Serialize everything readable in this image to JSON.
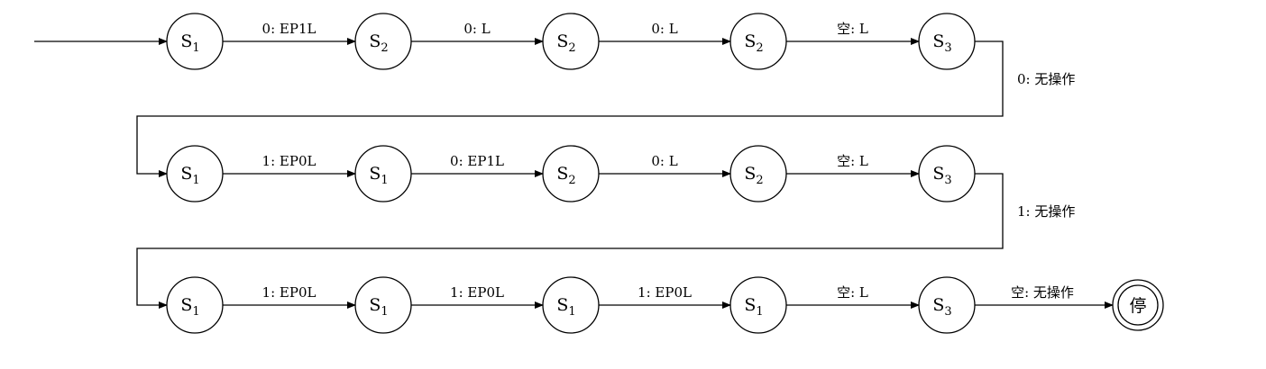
{
  "rows": [
    {
      "states": [
        {
          "name": "S",
          "sub": "1"
        },
        {
          "name": "S",
          "sub": "2"
        },
        {
          "name": "S",
          "sub": "2"
        },
        {
          "name": "S",
          "sub": "2"
        },
        {
          "name": "S",
          "sub": "3"
        }
      ],
      "transitions": [
        "0: EP1L",
        "0: L",
        "0: L",
        "空: L"
      ],
      "wrap_label": "0: 无操作"
    },
    {
      "states": [
        {
          "name": "S",
          "sub": "1"
        },
        {
          "name": "S",
          "sub": "1"
        },
        {
          "name": "S",
          "sub": "2"
        },
        {
          "name": "S",
          "sub": "2"
        },
        {
          "name": "S",
          "sub": "3"
        }
      ],
      "transitions": [
        "1: EP0L",
        "0: EP1L",
        "0: L",
        "空: L"
      ],
      "wrap_label": "1: 无操作"
    },
    {
      "states": [
        {
          "name": "S",
          "sub": "1"
        },
        {
          "name": "S",
          "sub": "1"
        },
        {
          "name": "S",
          "sub": "1"
        },
        {
          "name": "S",
          "sub": "1"
        },
        {
          "name": "S",
          "sub": "3"
        }
      ],
      "transitions": [
        "1: EP0L",
        "1: EP0L",
        "1: EP0L",
        "空: L"
      ]
    }
  ],
  "final_transition": "空: 无操作",
  "final_state": "停"
}
